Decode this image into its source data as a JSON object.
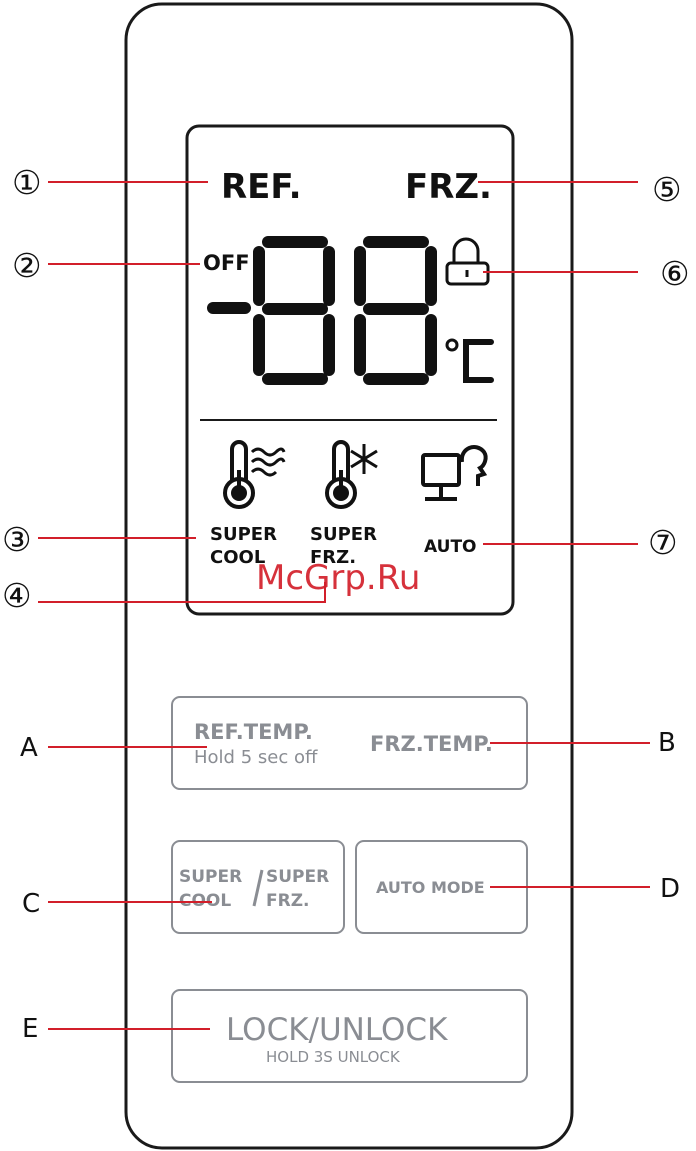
{
  "display": {
    "ref_label": "REF.",
    "frz_label": "FRZ.",
    "off_label": "OFF",
    "digits": "88",
    "minus": "-",
    "unit": "°C",
    "super_cool_line1": "SUPER",
    "super_cool_line2": "COOL",
    "super_frz_line1": "SUPER",
    "super_frz_line2": "FRZ.",
    "auto_label": "AUTO"
  },
  "callouts": {
    "n1": "①",
    "n2": "②",
    "n3": "③",
    "n4": "④",
    "n5": "⑤",
    "n6": "⑥",
    "n7": "⑦",
    "a": "A",
    "b": "B",
    "c": "C",
    "d": "D",
    "e": "E"
  },
  "buttons": {
    "ref_temp": "REF.TEMP.",
    "ref_temp_sub": "Hold 5 sec off",
    "frz_temp": "FRZ.TEMP.",
    "super_cool_1": "SUPER",
    "super_cool_2": "COOL",
    "super_frz_1": "SUPER",
    "super_frz_2": "FRZ.",
    "auto_mode": "AUTO MODE",
    "lock_unlock": "LOCK/UNLOCK",
    "lock_unlock_sub": "HOLD 3S UNLOCK"
  },
  "watermark": "McGrp.Ru",
  "colors": {
    "leader": "#d21f2a",
    "outline": "#1a1a1a",
    "button_border": "#8a8d93",
    "button_text": "#8a8d93",
    "watermark": "#d21f2a"
  }
}
